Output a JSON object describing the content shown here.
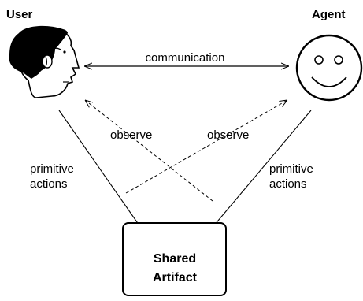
{
  "nodes": {
    "user": {
      "label": "User"
    },
    "agent": {
      "label": "Agent"
    },
    "artifact": {
      "line1": "Shared",
      "line2": "Artifact"
    }
  },
  "edges": {
    "communication": "communication",
    "observe_left": "observe",
    "observe_right": "observe",
    "actions_left_1": "primitive",
    "actions_left_2": "actions",
    "actions_right_1": "primitive",
    "actions_right_2": "actions"
  }
}
